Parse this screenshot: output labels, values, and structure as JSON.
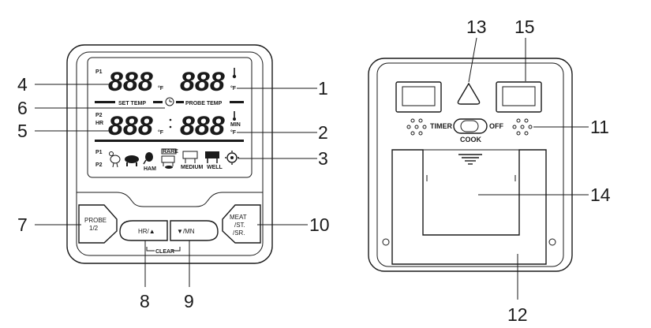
{
  "callouts": [
    {
      "id": "1",
      "number": "1"
    },
    {
      "id": "2",
      "number": "2"
    },
    {
      "id": "3",
      "number": "3"
    },
    {
      "id": "4",
      "number": "4"
    },
    {
      "id": "5",
      "number": "5"
    },
    {
      "id": "6",
      "number": "6"
    },
    {
      "id": "7",
      "number": "7"
    },
    {
      "id": "8",
      "number": "8"
    },
    {
      "id": "9",
      "number": "9"
    },
    {
      "id": "10",
      "number": "10"
    },
    {
      "id": "11",
      "number": "11"
    },
    {
      "id": "12",
      "number": "12"
    },
    {
      "id": "13",
      "number": "13"
    },
    {
      "id": "14",
      "number": "14"
    },
    {
      "id": "15",
      "number": "15"
    }
  ],
  "front": {
    "probe_label_top": "P1",
    "probe_label_bottom": "P2",
    "hr_label": "HR",
    "min_label": "MIN",
    "digits": "888",
    "unit": "°F",
    "set_temp_label": "SET TEMP",
    "probe_temp_label": "PROBE TEMP",
    "meat_row_p1": "P1",
    "meat_row_p2": "P2",
    "ham_label": "HAM",
    "rare_label": "RARE",
    "medium_label": "MEDIUM",
    "well_label": "WELL",
    "probe_button_line1": "PROBE",
    "probe_button_line2": "1/2",
    "hr_button": "HR/▲",
    "mn_button": "▼/MN",
    "clear_label": "CLEAR",
    "meat_button_line1": "MEAT",
    "meat_button_line2": "/ST.",
    "meat_button_line3": "/SR."
  },
  "back": {
    "timer_label": "TIMER",
    "off_label": "OFF",
    "cook_label": "COOK"
  },
  "icons": [
    "thermometer-icon",
    "clock-icon",
    "chicken-icon",
    "pig-icon",
    "ham-icon",
    "cow-icon",
    "gear-icon",
    "triangle-button-icon"
  ]
}
